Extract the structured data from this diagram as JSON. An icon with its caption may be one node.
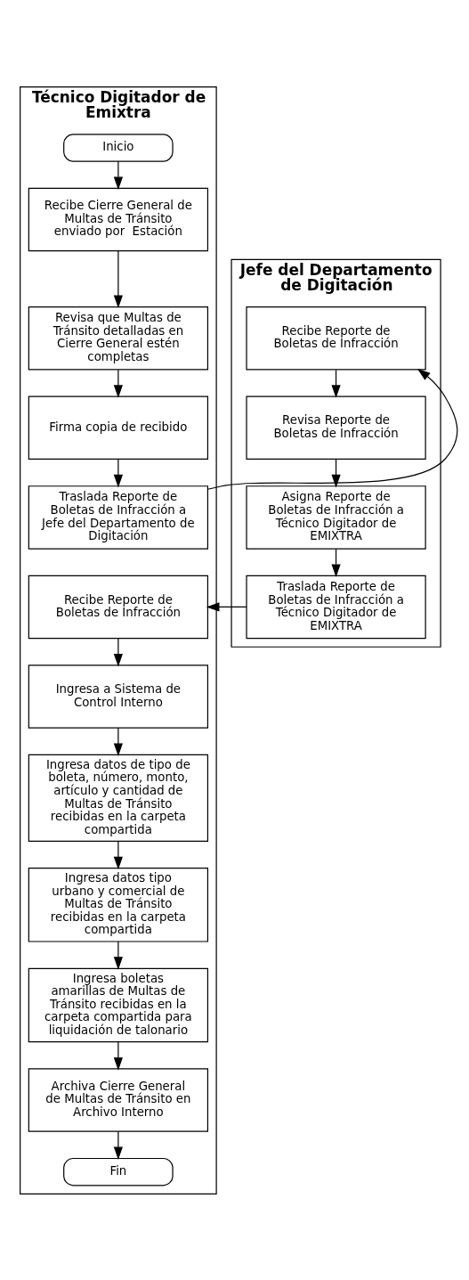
{
  "diagram": {
    "nodes": [
      {
        "text": [
          "Técnico Digitador de Emixtra"
        ]
      },
      {
        "text": [
          "Jefe del Departamento de Digitación"
        ]
      },
      {
        "text": [
          "Inicio"
        ],
        "in": 0
      },
      {
        "text": [
          "Recibe Cierre General de Multas de Tránsito enviado por  Estación"
        ],
        "in": 0
      },
      {
        "text": [
          "Revisa que Multas de Tránsito detalladas en Cierre General estén completas"
        ],
        "in": 0
      },
      {
        "text": [
          "Firma copia de recibido"
        ],
        "in": 0
      },
      {
        "text": [
          "Traslada Reporte de Boletas de Infracción a Jefe del Departamento de Digitación"
        ],
        "in": 0
      },
      {
        "text": [
          "Recibe Reporte de Boletas de Infracción"
        ],
        "in": 1
      },
      {
        "text": [
          "Revisa Reporte de Boletas de Infracción"
        ],
        "in": 1
      },
      {
        "text": [
          "Asigna Reporte de Boletas de Infracción a Técnico Digitador de EMIXTRA"
        ],
        "in": 1
      },
      {
        "text": [
          "Traslada Reporte de Boletas de Infracción a Técnico Digitador de EMIXTRA"
        ],
        "in": 1
      },
      {
        "text": [
          "Recibe Reporte de Boletas de Infracción"
        ],
        "in": 0
      },
      {
        "text": [
          "Ingresa a Sistema de Control Interno"
        ],
        "in": 0
      },
      {
        "text": [
          "Ingresa datos de tipo de boleta, número, monto, artículo y cantidad de Multas de Tránsito recibidas en la carpeta compartida"
        ],
        "in": 0
      },
      {
        "text": [
          "Ingresa datos tipo urbano y comercial de Multas de Tránsito recibidas en la carpeta compartida"
        ],
        "in": 0
      },
      {
        "text": [
          "Ingresa boletas amarillas de Multas de Tránsito recibidas en la carpeta compartida para liquidación de talonario"
        ],
        "in": 0
      },
      {
        "text": [
          "Archiva Cierre General de Multas de Tránsito en Archivo Interno"
        ],
        "in": 0
      },
      {
        "text": [
          "Fin"
        ],
        "in": 0
      }
    ],
    "edges": [
      {
        "from": 2,
        "to": 3,
        "arrow": "to"
      },
      {
        "from": 3,
        "to": 4,
        "arrow": "to"
      },
      {
        "from": 4,
        "to": 5,
        "arrow": "to"
      },
      {
        "from": 5,
        "to": 6,
        "arrow": "to"
      },
      {
        "from": 6,
        "to": 7,
        "arrow": "to"
      },
      {
        "from": 7,
        "to": 8,
        "arrow": "to"
      },
      {
        "from": 8,
        "to": 9,
        "arrow": "to"
      },
      {
        "from": 9,
        "to": 10,
        "arrow": "to"
      },
      {
        "from": 10,
        "to": 11,
        "arrow": "to"
      },
      {
        "from": 11,
        "to": 12,
        "arrow": "to"
      },
      {
        "from": 12,
        "to": 13,
        "arrow": "to"
      },
      {
        "from": 13,
        "to": 14,
        "arrow": "to"
      },
      {
        "from": 14,
        "to": 15,
        "arrow": "to"
      },
      {
        "from": 15,
        "to": 16,
        "arrow": "to"
      },
      {
        "from": 16,
        "to": 17,
        "arrow": "to"
      }
    ]
  }
}
